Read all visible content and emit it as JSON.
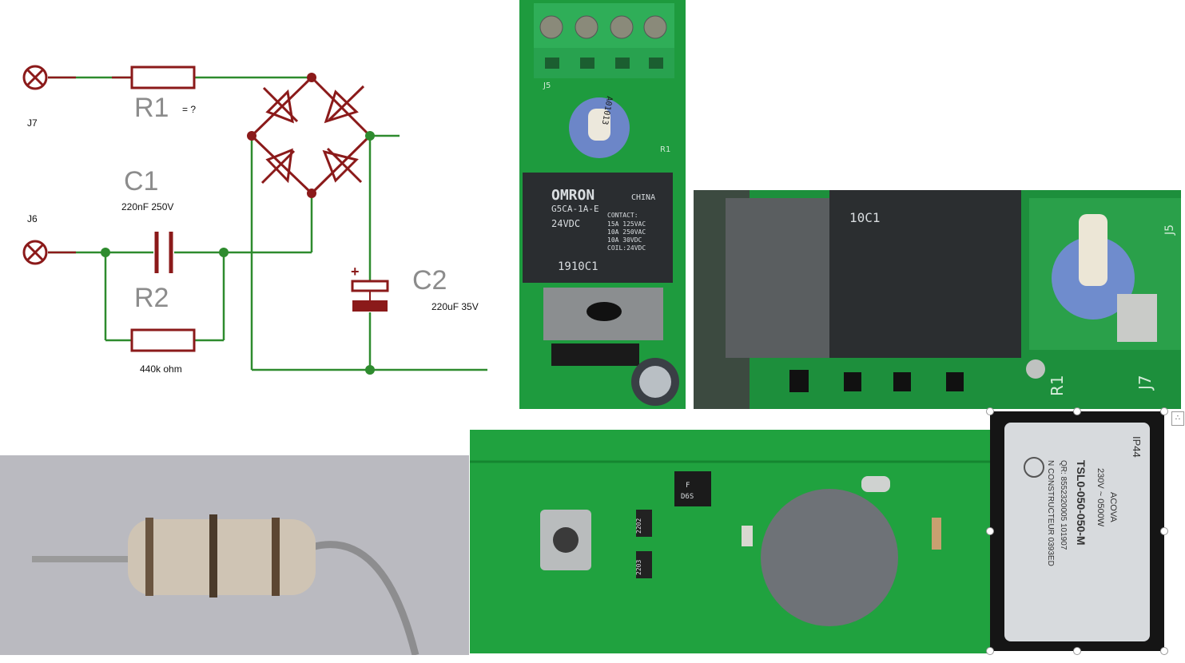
{
  "schematic": {
    "labels": {
      "j7": "J7",
      "j6": "J6",
      "r1": "R1",
      "r1_value": "= ?",
      "c1": "C1",
      "c1_value": "220nF 250V",
      "r2": "R2",
      "r2_value": "440k ohm",
      "c2": "C2",
      "c2_value": "220uF 35V",
      "c2_polarity": "+"
    }
  },
  "photos": {
    "relay_board": {
      "relay_brand": "OMRON",
      "relay_origin": "CHINA",
      "relay_model": "G5CA-1A-E",
      "relay_voltage": "24VDC",
      "relay_contact_title": "CONTACT:",
      "relay_contact_1": "15A 125VAC",
      "relay_contact_2": "10A 250VAC",
      "relay_contact_3": "10A 30VDC",
      "relay_coil": "COIL:24VDC",
      "relay_code": "1910C1",
      "pot_code": "A01013",
      "silk_j5": "J5",
      "silk_r1": "R1"
    },
    "closeup": {
      "silk_r1": "R1",
      "silk_j7": "J7",
      "silk_j5": "J5",
      "relay_mirror_code": "10C1"
    },
    "main_board": {
      "chip_code_1": "2202",
      "chip_code_2": "2203",
      "bridge_code": "D6S",
      "bridge_mark": "F"
    },
    "label": {
      "rating": "IP44",
      "voltage": "230V ~ 0500W",
      "brand": "ACOVA",
      "model": "TSL0-050-050-M",
      "serial": "QR: 8552320005 101907",
      "manufacturer": "N CONSTRUCTEUR 0393ED"
    }
  }
}
